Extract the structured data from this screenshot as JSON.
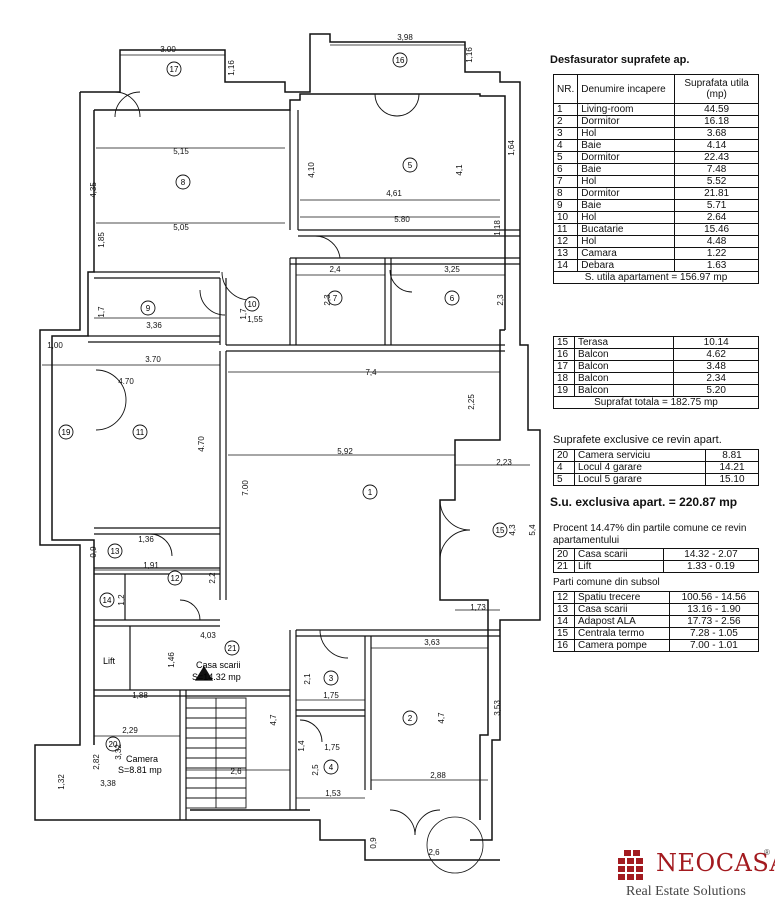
{
  "plan": {
    "dims": [
      "3.00",
      "1,16",
      "3,98",
      "1,16",
      "5,15",
      "4,35",
      "1,85",
      "5,05",
      "4,10",
      "4,61",
      "4,1",
      "1,64",
      "5.80",
      "1,18",
      "2,4",
      "3,25",
      "1,7",
      "3,36",
      "1,7",
      "1,55",
      "2,3",
      "2,3",
      "1,00",
      "3.70",
      "4.70",
      "4.70",
      "7,4",
      "2,25",
      "5,92",
      "7.00",
      "2,23",
      "4,3",
      "5,4",
      "1,36",
      "0,9",
      "1,91",
      "2,2",
      "1,2",
      "1,73",
      "4,03",
      "1,46",
      "2,1",
      "1,75",
      "3,63",
      "3,53",
      "4,7",
      "1,88",
      "2,29",
      "3,32",
      "2,82",
      "1,32",
      "3,38",
      "2,6",
      "4,7",
      "1,4",
      "1,75",
      "2,5",
      "1,53",
      "2,88",
      "0,9",
      "2,6"
    ],
    "room_numbers": [
      "1",
      "2",
      "3",
      "4",
      "5",
      "6",
      "7",
      "8",
      "9",
      "10",
      "11",
      "12",
      "13",
      "14",
      "15",
      "16",
      "17",
      "19",
      "20",
      "21"
    ],
    "labels": {
      "lift": "Lift",
      "stair_name": "Casa scarii",
      "stair_area": "S=14.32 mp",
      "camera_name": "Camera",
      "camera_area": "S=8.81 mp"
    }
  },
  "summary": {
    "title": "Desfasurator suprafete ap.",
    "headers": {
      "nr": "NR.",
      "name": "Denumire incapere",
      "area": "Suprafata utila (mp)"
    },
    "rows": [
      {
        "nr": "1",
        "name": "Living-room",
        "area": "44.59"
      },
      {
        "nr": "2",
        "name": "Dormitor",
        "area": "16.18"
      },
      {
        "nr": "3",
        "name": "Hol",
        "area": "3.68"
      },
      {
        "nr": "4",
        "name": "Baie",
        "area": "4.14"
      },
      {
        "nr": "5",
        "name": "Dormitor",
        "area": "22.43"
      },
      {
        "nr": "6",
        "name": "Baie",
        "area": "7.48"
      },
      {
        "nr": "7",
        "name": "Hol",
        "area": "5.52"
      },
      {
        "nr": "8",
        "name": "Dormitor",
        "area": "21.81"
      },
      {
        "nr": "9",
        "name": "Baie",
        "area": "5.71"
      },
      {
        "nr": "10",
        "name": "Hol",
        "area": "2.64"
      },
      {
        "nr": "11",
        "name": "Bucatarie",
        "area": "15.46"
      },
      {
        "nr": "12",
        "name": "Hol",
        "area": "4.48"
      },
      {
        "nr": "13",
        "name": "Camara",
        "area": "1.22"
      },
      {
        "nr": "14",
        "name": "Debara",
        "area": "1.63"
      }
    ],
    "total_util": "S. utila apartament = 156.97 mp"
  },
  "balconies": {
    "rows": [
      {
        "nr": "15",
        "name": "Terasa",
        "area": "10.14"
      },
      {
        "nr": "16",
        "name": "Balcon",
        "area": "4.62"
      },
      {
        "nr": "17",
        "name": "Balcon",
        "area": "3.48"
      },
      {
        "nr": "18",
        "name": "Balcon",
        "area": "2.34"
      },
      {
        "nr": "19",
        "name": "Balcon",
        "area": "5.20"
      }
    ],
    "total": "Suprafat totala = 182.75 mp"
  },
  "exclusive": {
    "title": "Suprafete exclusive ce revin apart.",
    "rows": [
      {
        "nr": "20",
        "name": "Camera serviciu",
        "area": "8.81"
      },
      {
        "nr": "4",
        "name": "Locul 4 garare",
        "area": "14.21"
      },
      {
        "nr": "5",
        "name": "Locul 5 garare",
        "area": "15.10"
      }
    ],
    "total": "S.u. exclusiva apart. = 220.87 mp"
  },
  "common": {
    "title": "Procent 14.47% din partile comune ce revin apartamentului",
    "rows": [
      {
        "nr": "20",
        "name": "Casa scarii",
        "area": "14.32 -  2.07"
      },
      {
        "nr": "21",
        "name": "Lift",
        "area": "1.33 -  0.19"
      }
    ]
  },
  "basement": {
    "title": "Parti comune din subsol",
    "rows": [
      {
        "nr": "12",
        "name": "Spatiu trecere",
        "area": "100.56 - 14.56"
      },
      {
        "nr": "13",
        "name": "Casa scarii",
        "area": "13.16 -  1.90"
      },
      {
        "nr": "14",
        "name": "Adapost ALA",
        "area": "17.73 -  2.56"
      },
      {
        "nr": "15",
        "name": "Centrala termo",
        "area": "7.28 -  1.05"
      },
      {
        "nr": "16",
        "name": "Camera pompe",
        "area": "7.00 -  1.01"
      }
    ]
  },
  "logo": {
    "name": "NEOCASA",
    "reg": "®",
    "tagline": "Real Estate Solutions",
    "color": "#a31a1f"
  }
}
